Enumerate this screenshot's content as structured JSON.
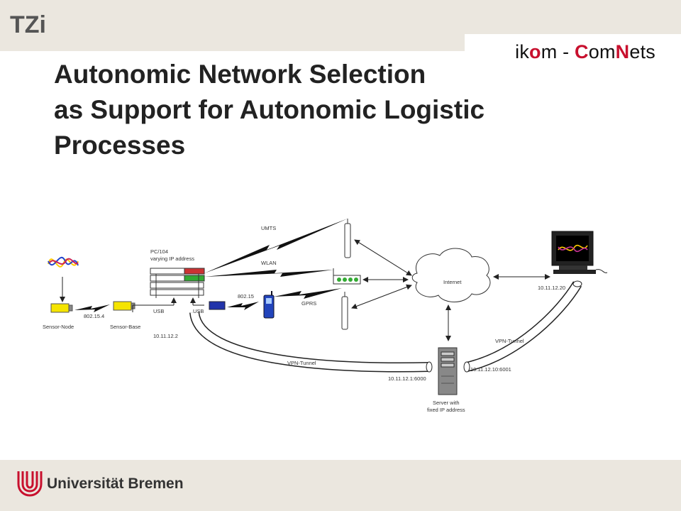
{
  "header": {
    "logo_text": "TZi",
    "brand": {
      "part1": "ik",
      "accent1": "o",
      "part2": "m - ",
      "accent2": "C",
      "part3": "om",
      "accent3": "N",
      "part4": "ets"
    }
  },
  "title": {
    "line1": "Autonomic Network Selection",
    "line2": "as Support for Autonomic Logistic",
    "line3": "Processes"
  },
  "diagram": {
    "labels": {
      "umts": "UMTS",
      "wlan": "WLAN",
      "gprs": "GPRS",
      "internet": "Internet",
      "pc104": "PC/104",
      "pc104_sub": "varying IP address",
      "sensor_node": "Sensor-Node",
      "sensor_base": "Sensor-Base",
      "link_802_15_4": "802.15.4",
      "link_802_15": "802.15",
      "usb1": "USB",
      "usb2": "USB",
      "ip_pc": "10.11.12.2",
      "vpn_tunnel_left": "VPN-Tunnel",
      "vpn_tunnel_right": "VPN-Tunnel",
      "ip_server_left": "10.11.12.1:6000",
      "ip_server_right": "10.11.12.10:6001",
      "ip_monitor": "10.11.12.20",
      "server_line1": "Server with",
      "server_line2": "fixed IP address"
    }
  },
  "footer": {
    "university": "Universität Bremen"
  },
  "colors": {
    "accent": "#c8102e",
    "bar": "#ebe7df"
  }
}
